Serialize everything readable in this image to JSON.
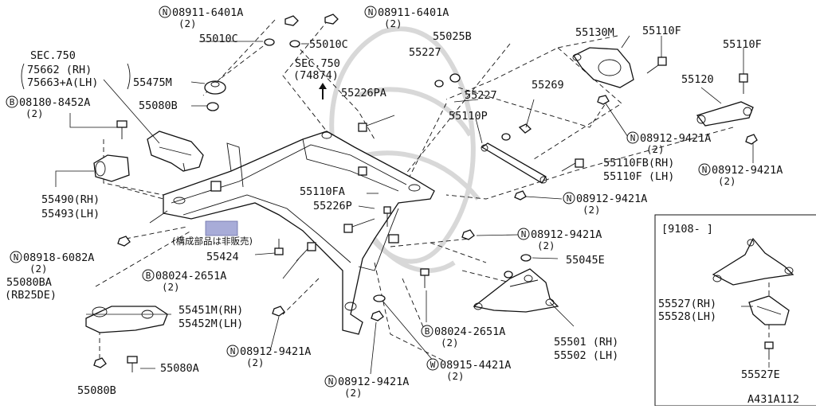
{
  "diagram": {
    "callouts": [
      {
        "id": "n1",
        "prefix": "N",
        "text": "08911-6401A",
        "qty": "(2)"
      },
      {
        "id": "n2",
        "prefix": "N",
        "text": "08911-6401A",
        "qty": "(2)"
      },
      {
        "id": "c55010c-a",
        "prefix": "",
        "text": "55010C",
        "qty": ""
      },
      {
        "id": "c55010c-b",
        "prefix": "",
        "text": "55010C",
        "qty": ""
      },
      {
        "id": "c55025b",
        "prefix": "",
        "text": "55025B",
        "qty": ""
      },
      {
        "id": "c55227a",
        "prefix": "",
        "text": "55227",
        "qty": ""
      },
      {
        "id": "c55130m",
        "prefix": "",
        "text": "55130M",
        "qty": ""
      },
      {
        "id": "c55110f-a",
        "prefix": "",
        "text": "55110F",
        "qty": ""
      },
      {
        "id": "c55110f-b",
        "prefix": "",
        "text": "55110F",
        "qty": ""
      },
      {
        "id": "c55475m",
        "prefix": "",
        "text": "55475M",
        "qty": ""
      },
      {
        "id": "c55080b-a",
        "prefix": "",
        "text": "55080B",
        "qty": ""
      },
      {
        "id": "b08180",
        "prefix": "B",
        "text": "08180-8452A",
        "qty": "(2)"
      },
      {
        "id": "c55226pa",
        "prefix": "",
        "text": "55226PA",
        "qty": ""
      },
      {
        "id": "c55227b",
        "prefix": "",
        "text": "55227",
        "qty": ""
      },
      {
        "id": "c55269",
        "prefix": "",
        "text": "55269",
        "qty": ""
      },
      {
        "id": "c55120",
        "prefix": "",
        "text": "55120",
        "qty": ""
      },
      {
        "id": "c55110p",
        "prefix": "",
        "text": "55110P",
        "qty": ""
      },
      {
        "id": "n08912-a",
        "prefix": "N",
        "text": "08912-9421A",
        "qty": "(2)"
      },
      {
        "id": "n08912-b",
        "prefix": "N",
        "text": "08912-9421A",
        "qty": "(2)"
      },
      {
        "id": "c55110fb",
        "prefix": "",
        "text": "55110FB(RH)",
        "qty": ""
      },
      {
        "id": "c55110f-lh",
        "prefix": "",
        "text": "55110F  (LH)",
        "qty": ""
      },
      {
        "id": "c55110fa",
        "prefix": "",
        "text": "55110FA",
        "qty": ""
      },
      {
        "id": "c55226p",
        "prefix": "",
        "text": "55226P",
        "qty": ""
      },
      {
        "id": "n08912-c",
        "prefix": "N",
        "text": "08912-9421A",
        "qty": "(2)"
      },
      {
        "id": "c55490",
        "prefix": "",
        "text": "55490(RH)",
        "qty": ""
      },
      {
        "id": "c55493",
        "prefix": "",
        "text": "55493(LH)",
        "qty": ""
      },
      {
        "id": "n08912-d",
        "prefix": "N",
        "text": "08912-9421A",
        "qty": "(2)"
      },
      {
        "id": "c55045e",
        "prefix": "",
        "text": "55045E",
        "qty": ""
      },
      {
        "id": "n08918",
        "prefix": "N",
        "text": "08918-6082A",
        "qty": "(2)"
      },
      {
        "id": "c55424",
        "prefix": "",
        "text": "55424",
        "qty": ""
      },
      {
        "id": "b08024-a",
        "prefix": "B",
        "text": "08024-2651A",
        "qty": "(2)"
      },
      {
        "id": "c55080ba",
        "prefix": "",
        "text": "55080BA",
        "qty": ""
      },
      {
        "id": "c-rb25de",
        "prefix": "",
        "text": "(RB25DE)",
        "qty": ""
      },
      {
        "id": "c55451m",
        "prefix": "",
        "text": "55451M(RH)",
        "qty": ""
      },
      {
        "id": "c55452m",
        "prefix": "",
        "text": "55452M(LH)",
        "qty": ""
      },
      {
        "id": "c55501",
        "prefix": "",
        "text": "55501 (RH)",
        "qty": ""
      },
      {
        "id": "c55502",
        "prefix": "",
        "text": "55502 (LH)",
        "qty": ""
      },
      {
        "id": "b08024-b",
        "prefix": "B",
        "text": "08024-2651A",
        "qty": "(2)"
      },
      {
        "id": "n08912-e",
        "prefix": "N",
        "text": "08912-9421A",
        "qty": "(2)"
      },
      {
        "id": "c55080a",
        "prefix": "",
        "text": "55080A",
        "qty": ""
      },
      {
        "id": "w08915",
        "prefix": "W",
        "text": "08915-4421A",
        "qty": "(2)"
      },
      {
        "id": "c55080b-b",
        "prefix": "",
        "text": "55080B",
        "qty": ""
      },
      {
        "id": "n08912-f",
        "prefix": "N",
        "text": "08912-9421A",
        "qty": "(2)"
      },
      {
        "id": "c55527rh",
        "prefix": "",
        "text": "55527(RH)",
        "qty": ""
      },
      {
        "id": "c55528lh",
        "prefix": "",
        "text": "55528(LH)",
        "qty": ""
      },
      {
        "id": "c55527e",
        "prefix": "",
        "text": "55527E",
        "qty": ""
      }
    ],
    "section_refs": {
      "sec750_left": {
        "title": "SEC.750",
        "line1": "75662  (RH)",
        "line2": "75663+A(LH)"
      },
      "sec750_top": {
        "title": "SEC.750",
        "line1": "(74874)"
      }
    },
    "not_sold_note": "(構成部品は非販売)",
    "inset_label": "[9108-   ]",
    "diagram_code": "A431A112",
    "highlight_color": "#a8acd8"
  }
}
